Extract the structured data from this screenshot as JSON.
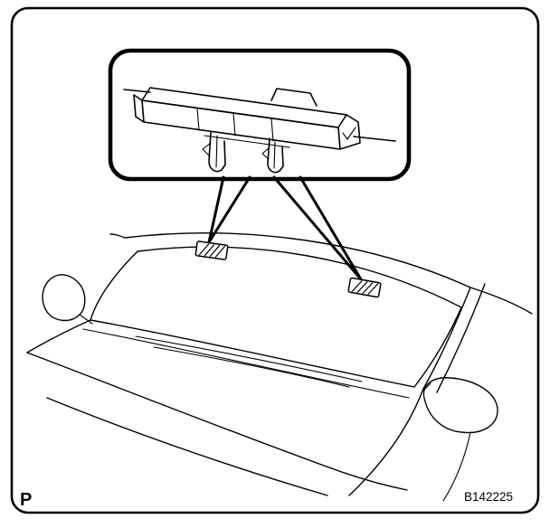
{
  "figure": {
    "page_label": "P",
    "figure_code": "B142225"
  },
  "diagram": {
    "type": "vehicle-service-line-illustration",
    "subject": "windshield-moulding-clip-locations",
    "line_color": "#000000",
    "background_color": "#ffffff",
    "callout": {
      "content": "moulding-clip-detail",
      "pointer_targets": [
        "clip-location-left",
        "clip-location-right"
      ]
    }
  }
}
